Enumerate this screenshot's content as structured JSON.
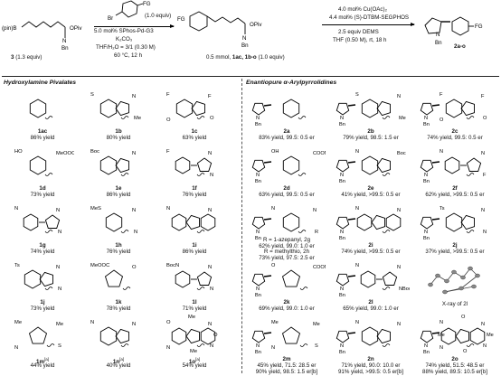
{
  "scheme": {
    "sm_label": "3",
    "sm_equiv": "(1.3 equiv)",
    "sm_atoms": {
      "pinB": "(pin)B",
      "opiv": "OPiv",
      "n": "N",
      "bn": "Bn"
    },
    "aryl_br": "Br",
    "aryl_fg": "FG",
    "aryl_equiv": "(1.0 equiv)",
    "step1": [
      "5.0 mol% SPhos-Pd-G3",
      "K₂CO₃",
      "THF/H₂O = 3/1 (0.30 M)",
      "60 °C, 12 h"
    ],
    "mid_fg": "FG",
    "mid_atoms": {
      "opiv": "OPiv",
      "n": "N",
      "bn": "Bn"
    },
    "mid_caption_prefix": "0.5 mmol, ",
    "mid_caption_bold": "1ac, 1b-o",
    "mid_caption_suffix": " (1.0 equiv)",
    "step2": [
      "4.0 mol% Cu(OAc)₂",
      "4.4 mol% (S)-DTBM-SEGPHOS",
      "2.5 equiv DEMS",
      "THF (0.50 M), rt, 18 h"
    ],
    "prod_fg": "FG",
    "prod_atoms": {
      "n": "N",
      "bn": "Bn"
    },
    "prod_label": "2a-o"
  },
  "left_panel": {
    "title": "Hydroxylamine Pivalates",
    "items": [
      {
        "id": "1ac",
        "yield": "86% yield",
        "atoms": []
      },
      {
        "id": "1b",
        "yield": "80% yield",
        "atoms": [
          "S",
          "N",
          "Me"
        ]
      },
      {
        "id": "1c",
        "yield": "63% yield",
        "atoms": [
          "F",
          "F",
          "O",
          "O"
        ]
      },
      {
        "id": "1d",
        "yield": "73% yield",
        "atoms": [
          "HO",
          "MeOOC"
        ]
      },
      {
        "id": "1e",
        "yield": "86% yield",
        "atoms": [
          "Boc",
          "N"
        ]
      },
      {
        "id": "1f",
        "yield": "76% yield",
        "atoms": [
          "F",
          "N",
          "N"
        ]
      },
      {
        "id": "1g",
        "yield": "74% yield",
        "atoms": [
          "N",
          "N",
          "N"
        ]
      },
      {
        "id": "1h",
        "yield": "76% yield",
        "atoms": [
          "MeS",
          "N",
          "N"
        ]
      },
      {
        "id": "1i",
        "yield": "86% yield",
        "atoms": [
          "N",
          "N"
        ]
      },
      {
        "id": "1j",
        "yield": "73% yield",
        "atoms": [
          "Ts",
          "N",
          "N"
        ]
      },
      {
        "id": "1k",
        "yield": "78% yield",
        "atoms": [
          "MeOOC",
          "O"
        ]
      },
      {
        "id": "1l",
        "yield": "71% yield",
        "atoms": [
          "BocN",
          "N",
          "N"
        ]
      },
      {
        "id": "1m",
        "sup": "[a]",
        "yield": "44% yield",
        "atoms": [
          "Me",
          "Me",
          "S",
          "N"
        ]
      },
      {
        "id": "1n",
        "sup": "[a]",
        "yield": "40% yield",
        "atoms": [
          "N",
          "N"
        ]
      },
      {
        "id": "1o",
        "sup": "[a]",
        "yield": "54% yield",
        "atoms": [
          "O",
          "N",
          "N",
          "N",
          "Me",
          "Me",
          "O"
        ]
      }
    ]
  },
  "right_panel": {
    "title": "Enantiopure α-Arylpyrrolidines",
    "ring_atoms": {
      "n": "N",
      "bn": "Bn"
    },
    "items": [
      {
        "id": "2a",
        "lines": [
          "83% yield, 99.5: 0.5 er"
        ],
        "atoms": []
      },
      {
        "id": "2b",
        "lines": [
          "79% yield, 98.5: 1.5 er"
        ],
        "atoms": [
          "S",
          "N",
          "Me"
        ]
      },
      {
        "id": "2c",
        "lines": [
          "74% yield, 99.5: 0.5 er"
        ],
        "atoms": [
          "F",
          "F",
          "O",
          "O"
        ]
      },
      {
        "id": "2d",
        "lines": [
          "63% yield, 99.5: 0.5 er"
        ],
        "atoms": [
          "OH",
          "COOMe"
        ]
      },
      {
        "id": "2e",
        "lines": [
          "41% yield, >99.5: 0.5 er"
        ],
        "atoms": [
          "N",
          "Boc"
        ]
      },
      {
        "id": "2f",
        "lines": [
          "62% yield, >99.5: 0.5 er"
        ],
        "atoms": [
          "N",
          "N",
          "F"
        ]
      },
      {
        "id": "2g",
        "lines": [
          "R = 1-azepanyl, 2g",
          "62% yield, 99.0: 1.0 er",
          "R = methylthio, 2h",
          "73% yield, 97.5: 2.5 er"
        ],
        "atoms": [
          "N",
          "N",
          "R"
        ]
      },
      {
        "id": "2i",
        "lines": [
          "74% yield, >99.5: 0.5 er"
        ],
        "atoms": [
          "N",
          "N"
        ]
      },
      {
        "id": "2j",
        "lines": [
          "37% yield, >99.5: 0.5 er"
        ],
        "atoms": [
          "Ts",
          "N",
          "N"
        ]
      },
      {
        "id": "2k",
        "lines": [
          "69% yield, 99.0: 1.0 er"
        ],
        "atoms": [
          "O",
          "COOMe"
        ]
      },
      {
        "id": "2l",
        "lines": [
          "65% yield, 99.0: 1.0 er"
        ],
        "atoms": [
          "N",
          "N",
          "NBoc"
        ]
      },
      {
        "id": "xray",
        "lines": [
          "X-ray of 2l"
        ],
        "atoms": []
      },
      {
        "id": "2m",
        "lines": [
          "45% yield, 71.5: 28.5 er",
          "90% yield, 98.5: 1.5 er[b]"
        ],
        "atoms": [
          "Me",
          "Me",
          "S",
          "N"
        ]
      },
      {
        "id": "2n",
        "lines": [
          "71% yield, 90.0: 10.0 er",
          "91% yield, >99.5: 0.5 er[b]"
        ],
        "atoms": [
          "N",
          "N"
        ]
      },
      {
        "id": "2o",
        "lines": [
          "74% yield, 51.5: 48.5 er",
          "88% yield, 89.5: 10.5 er[b]"
        ],
        "atoms": [
          "N",
          "N",
          "N",
          "N",
          "O",
          "O",
          "Me",
          "Me"
        ]
      }
    ]
  }
}
